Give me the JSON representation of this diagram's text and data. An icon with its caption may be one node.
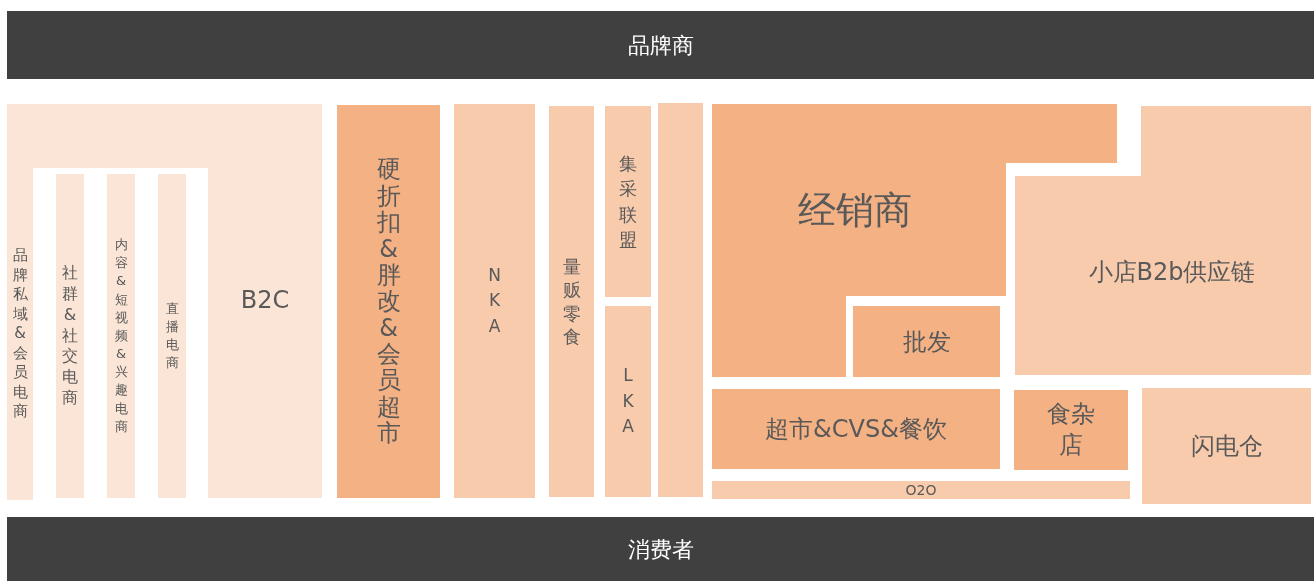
{
  "diagram": {
    "nodes": [
      {
        "text": [
          "品牌商"
        ]
      },
      {
        "text": [
          "B2C"
        ]
      },
      {
        "text": [
          "品牌私域&会员电商"
        ],
        "in": 1
      },
      {
        "text": [
          "社群&社交电商"
        ],
        "in": 1
      },
      {
        "text": [
          "内容&短视频&兴趣电商"
        ],
        "in": 1
      },
      {
        "text": [
          "直播电商"
        ],
        "in": 1
      },
      {
        "text": [
          "硬折扣&胖改&会员超市"
        ]
      },
      {
        "text": [
          "NKA"
        ]
      },
      {
        "text": [
          "量贩零食"
        ]
      },
      {
        "text": [
          "集采联盟"
        ]
      },
      {
        "text": [
          "LKA"
        ]
      },
      {
        "text": [],
        "shape": "bar"
      },
      {
        "text": [
          "经销商"
        ]
      },
      {
        "text": [
          "批发"
        ]
      },
      {
        "text": [
          "小店B2b供应链"
        ]
      },
      {
        "text": [
          "超市&CVS&餐饮"
        ]
      },
      {
        "text": [
          "食杂店"
        ]
      },
      {
        "text": [
          "闪电仓"
        ]
      },
      {
        "text": [
          "O2O"
        ]
      },
      {
        "text": [
          "消费者"
        ]
      }
    ]
  }
}
